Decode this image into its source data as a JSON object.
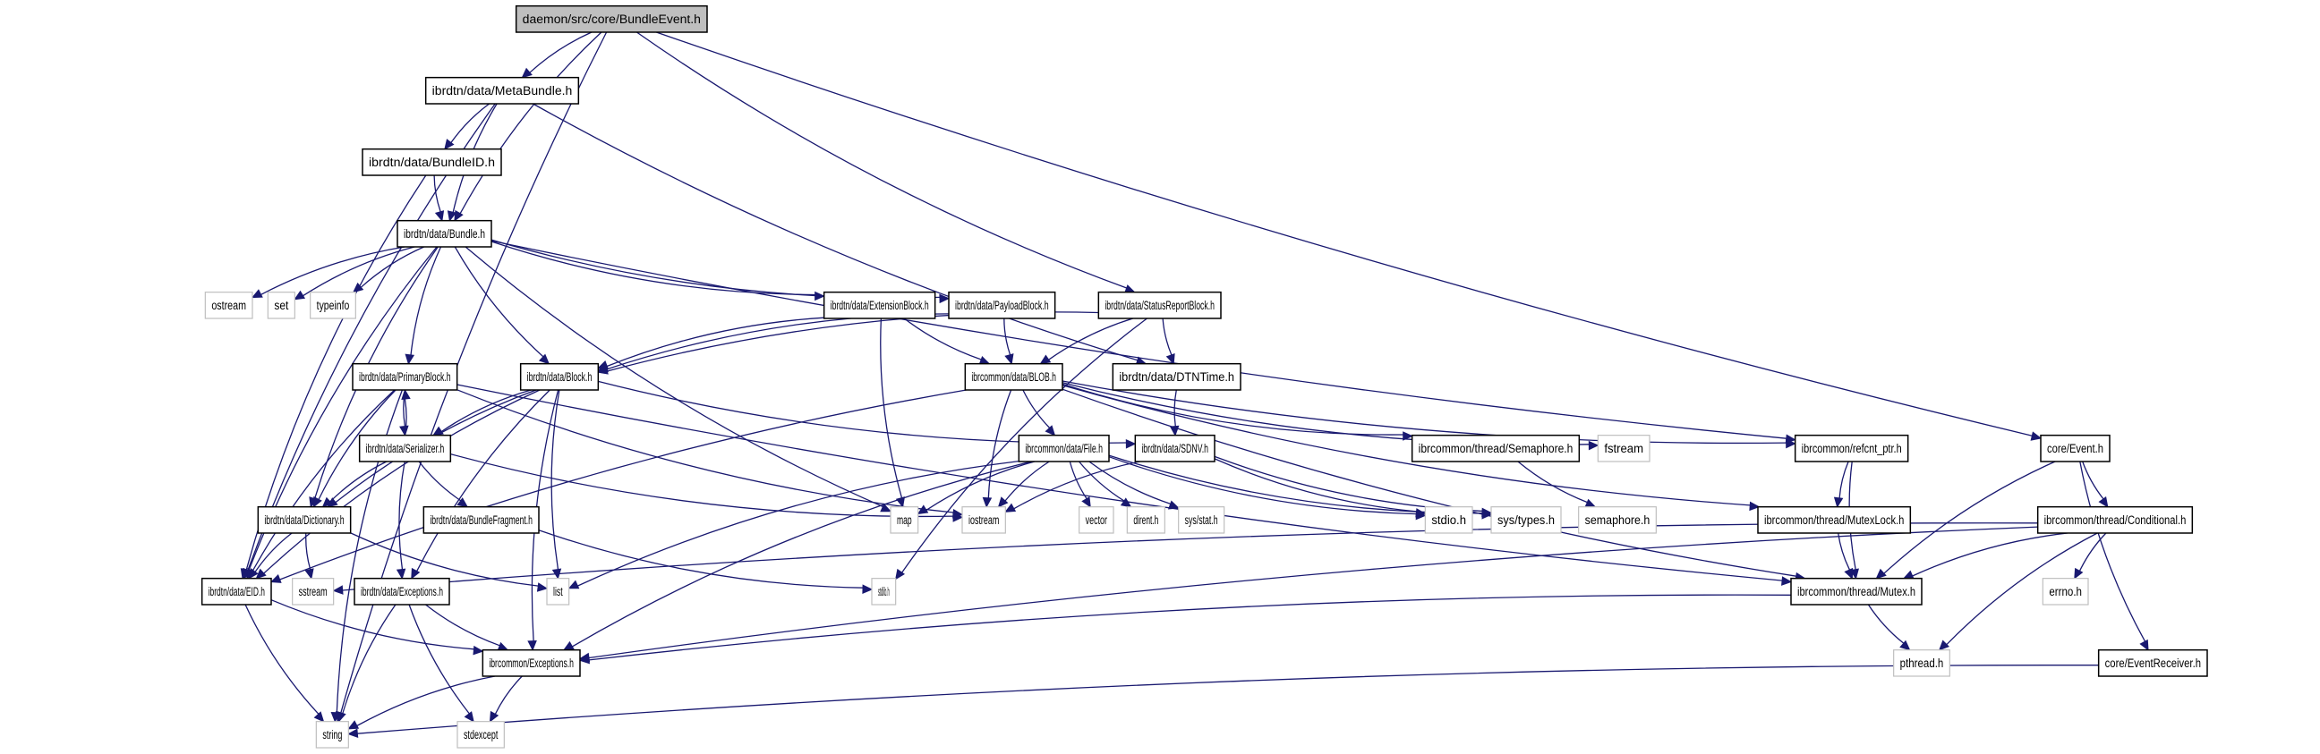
{
  "diagram": {
    "type": "include-dependency-graph",
    "root": "daemon/src/core/BundleEvent.h",
    "colors": {
      "edge": "#191970",
      "root_fill": "#bfbfbf",
      "node_fill": "#ffffff",
      "node_border": "#000000",
      "external_border": "#bfbfbf"
    },
    "nodes": [
      {
        "id": "BundleEvent",
        "label": "daemon/src/core/BundleEvent.h",
        "kind": "root"
      },
      {
        "id": "MetaBundle",
        "label": "ibrdtn/data/MetaBundle.h",
        "kind": "local"
      },
      {
        "id": "BundleID",
        "label": "ibrdtn/data/BundleID.h",
        "kind": "local"
      },
      {
        "id": "Bundle",
        "label": "ibrdtn/data/Bundle.h",
        "kind": "local"
      },
      {
        "id": "ostream",
        "label": "ostream",
        "kind": "external"
      },
      {
        "id": "set",
        "label": "set",
        "kind": "external"
      },
      {
        "id": "typeinfo",
        "label": "typeinfo",
        "kind": "external"
      },
      {
        "id": "ExtensionBlock",
        "label": "ibrdtn/data/ExtensionBlock.h",
        "kind": "local"
      },
      {
        "id": "PayloadBlock",
        "label": "ibrdtn/data/PayloadBlock.h",
        "kind": "local"
      },
      {
        "id": "StatusReportBlock",
        "label": "ibrdtn/data/StatusReportBlock.h",
        "kind": "local"
      },
      {
        "id": "PrimaryBlock",
        "label": "ibrdtn/data/PrimaryBlock.h",
        "kind": "local"
      },
      {
        "id": "Block",
        "label": "ibrdtn/data/Block.h",
        "kind": "local"
      },
      {
        "id": "BLOB",
        "label": "ibrcommon/data/BLOB.h",
        "kind": "local"
      },
      {
        "id": "DTNTime",
        "label": "ibrdtn/data/DTNTime.h",
        "kind": "local"
      },
      {
        "id": "Serializer",
        "label": "ibrdtn/data/Serializer.h",
        "kind": "local"
      },
      {
        "id": "File",
        "label": "ibrcommon/data/File.h",
        "kind": "local"
      },
      {
        "id": "SDNV",
        "label": "ibrdtn/data/SDNV.h",
        "kind": "local"
      },
      {
        "id": "Semaphore",
        "label": "ibrcommon/thread/Semaphore.h",
        "kind": "local"
      },
      {
        "id": "fstream",
        "label": "fstream",
        "kind": "external"
      },
      {
        "id": "refcnt_ptr",
        "label": "ibrcommon/refcnt_ptr.h",
        "kind": "local"
      },
      {
        "id": "Event",
        "label": "core/Event.h",
        "kind": "local"
      },
      {
        "id": "Dictionary",
        "label": "ibrdtn/data/Dictionary.h",
        "kind": "local"
      },
      {
        "id": "BundleFragment",
        "label": "ibrdtn/data/BundleFragment.h",
        "kind": "local"
      },
      {
        "id": "map",
        "label": "map",
        "kind": "external"
      },
      {
        "id": "iostream",
        "label": "iostream",
        "kind": "external"
      },
      {
        "id": "vector",
        "label": "vector",
        "kind": "external"
      },
      {
        "id": "dirent",
        "label": "dirent.h",
        "kind": "external"
      },
      {
        "id": "sysstat",
        "label": "sys/stat.h",
        "kind": "external"
      },
      {
        "id": "stdio",
        "label": "stdio.h",
        "kind": "external"
      },
      {
        "id": "systypes",
        "label": "sys/types.h",
        "kind": "external"
      },
      {
        "id": "semaphore",
        "label": "semaphore.h",
        "kind": "external"
      },
      {
        "id": "MutexLock",
        "label": "ibrcommon/thread/MutexLock.h",
        "kind": "local"
      },
      {
        "id": "Conditional",
        "label": "ibrcommon/thread/Conditional.h",
        "kind": "local"
      },
      {
        "id": "EID",
        "label": "ibrdtn/data/EID.h",
        "kind": "local"
      },
      {
        "id": "sstream",
        "label": "sstream",
        "kind": "external"
      },
      {
        "id": "Exceptions",
        "label": "ibrdtn/data/Exceptions.h",
        "kind": "local"
      },
      {
        "id": "list",
        "label": "list",
        "kind": "external"
      },
      {
        "id": "stdlib",
        "label": "stdlib.h",
        "kind": "external"
      },
      {
        "id": "Mutex",
        "label": "ibrcommon/thread/Mutex.h",
        "kind": "local"
      },
      {
        "id": "errno",
        "label": "errno.h",
        "kind": "external"
      },
      {
        "id": "ibrExceptions",
        "label": "ibrcommon/Exceptions.h",
        "kind": "local"
      },
      {
        "id": "pthread",
        "label": "pthread.h",
        "kind": "external"
      },
      {
        "id": "EventReceiver",
        "label": "core/EventReceiver.h",
        "kind": "local"
      },
      {
        "id": "string",
        "label": "string",
        "kind": "external"
      },
      {
        "id": "stdexcept",
        "label": "stdexcept",
        "kind": "external"
      }
    ],
    "edges": [
      [
        "BundleEvent",
        "MetaBundle"
      ],
      [
        "BundleEvent",
        "Bundle"
      ],
      [
        "BundleEvent",
        "StatusReportBlock"
      ],
      [
        "BundleEvent",
        "Event"
      ],
      [
        "BundleEvent",
        "string"
      ],
      [
        "MetaBundle",
        "BundleID"
      ],
      [
        "MetaBundle",
        "Bundle"
      ],
      [
        "MetaBundle",
        "EID"
      ],
      [
        "MetaBundle",
        "DTNTime"
      ],
      [
        "BundleID",
        "Bundle"
      ],
      [
        "BundleID",
        "EID"
      ],
      [
        "Bundle",
        "ostream"
      ],
      [
        "Bundle",
        "set"
      ],
      [
        "Bundle",
        "typeinfo"
      ],
      [
        "Bundle",
        "ExtensionBlock"
      ],
      [
        "Bundle",
        "PayloadBlock"
      ],
      [
        "Bundle",
        "PrimaryBlock"
      ],
      [
        "Bundle",
        "Block"
      ],
      [
        "Bundle",
        "Dictionary"
      ],
      [
        "Bundle",
        "EID"
      ],
      [
        "Bundle",
        "map"
      ],
      [
        "Bundle",
        "refcnt_ptr"
      ],
      [
        "ExtensionBlock",
        "Block"
      ],
      [
        "ExtensionBlock",
        "BLOB"
      ],
      [
        "ExtensionBlock",
        "map"
      ],
      [
        "PayloadBlock",
        "Block"
      ],
      [
        "PayloadBlock",
        "BLOB"
      ],
      [
        "StatusReportBlock",
        "Block"
      ],
      [
        "StatusReportBlock",
        "BLOB"
      ],
      [
        "StatusReportBlock",
        "DTNTime"
      ],
      [
        "StatusReportBlock",
        "stdlib"
      ],
      [
        "PrimaryBlock",
        "Serializer"
      ],
      [
        "PrimaryBlock",
        "Dictionary"
      ],
      [
        "PrimaryBlock",
        "EID"
      ],
      [
        "PrimaryBlock",
        "string"
      ],
      [
        "PrimaryBlock",
        "iostream"
      ],
      [
        "PrimaryBlock",
        "Mutex"
      ],
      [
        "Block",
        "Serializer"
      ],
      [
        "Block",
        "Dictionary"
      ],
      [
        "Block",
        "EID"
      ],
      [
        "Block",
        "SDNV"
      ],
      [
        "Block",
        "list"
      ],
      [
        "Block",
        "Exceptions"
      ],
      [
        "Block",
        "ibrExceptions"
      ],
      [
        "BLOB",
        "File"
      ],
      [
        "BLOB",
        "Semaphore"
      ],
      [
        "BLOB",
        "fstream"
      ],
      [
        "BLOB",
        "refcnt_ptr"
      ],
      [
        "BLOB",
        "MutexLock"
      ],
      [
        "BLOB",
        "Mutex"
      ],
      [
        "BLOB",
        "iostream"
      ],
      [
        "BLOB",
        "EID"
      ],
      [
        "DTNTime",
        "SDNV"
      ],
      [
        "Serializer",
        "PrimaryBlock"
      ],
      [
        "Serializer",
        "Dictionary"
      ],
      [
        "Serializer",
        "BundleFragment"
      ],
      [
        "Serializer",
        "Exceptions"
      ],
      [
        "Serializer",
        "iostream"
      ],
      [
        "File",
        "map"
      ],
      [
        "File",
        "iostream"
      ],
      [
        "File",
        "vector"
      ],
      [
        "File",
        "dirent"
      ],
      [
        "File",
        "sysstat"
      ],
      [
        "File",
        "stdio"
      ],
      [
        "File",
        "systypes"
      ],
      [
        "File",
        "list"
      ],
      [
        "File",
        "ibrExceptions"
      ],
      [
        "SDNV",
        "iostream"
      ],
      [
        "SDNV",
        "stdio"
      ],
      [
        "SDNV",
        "systypes"
      ],
      [
        "Semaphore",
        "semaphore"
      ],
      [
        "refcnt_ptr",
        "MutexLock"
      ],
      [
        "refcnt_ptr",
        "Mutex"
      ],
      [
        "Event",
        "Conditional"
      ],
      [
        "Event",
        "Mutex"
      ],
      [
        "Event",
        "EventReceiver"
      ],
      [
        "Dictionary",
        "EID"
      ],
      [
        "Dictionary",
        "sstream"
      ],
      [
        "Dictionary",
        "list"
      ],
      [
        "BundleFragment",
        "stdlib"
      ],
      [
        "MutexLock",
        "Mutex"
      ],
      [
        "Conditional",
        "Mutex"
      ],
      [
        "Conditional",
        "errno"
      ],
      [
        "Conditional",
        "pthread"
      ],
      [
        "Conditional",
        "ibrExceptions"
      ],
      [
        "Conditional",
        "sstream"
      ],
      [
        "EID",
        "string"
      ],
      [
        "EID",
        "ibrExceptions"
      ],
      [
        "Exceptions",
        "ibrExceptions"
      ],
      [
        "Exceptions",
        "string"
      ],
      [
        "Exceptions",
        "stdexcept"
      ],
      [
        "Mutex",
        "pthread"
      ],
      [
        "Mutex",
        "ibrExceptions"
      ],
      [
        "ibrExceptions",
        "string"
      ],
      [
        "ibrExceptions",
        "stdexcept"
      ],
      [
        "EventReceiver",
        "string"
      ]
    ]
  }
}
